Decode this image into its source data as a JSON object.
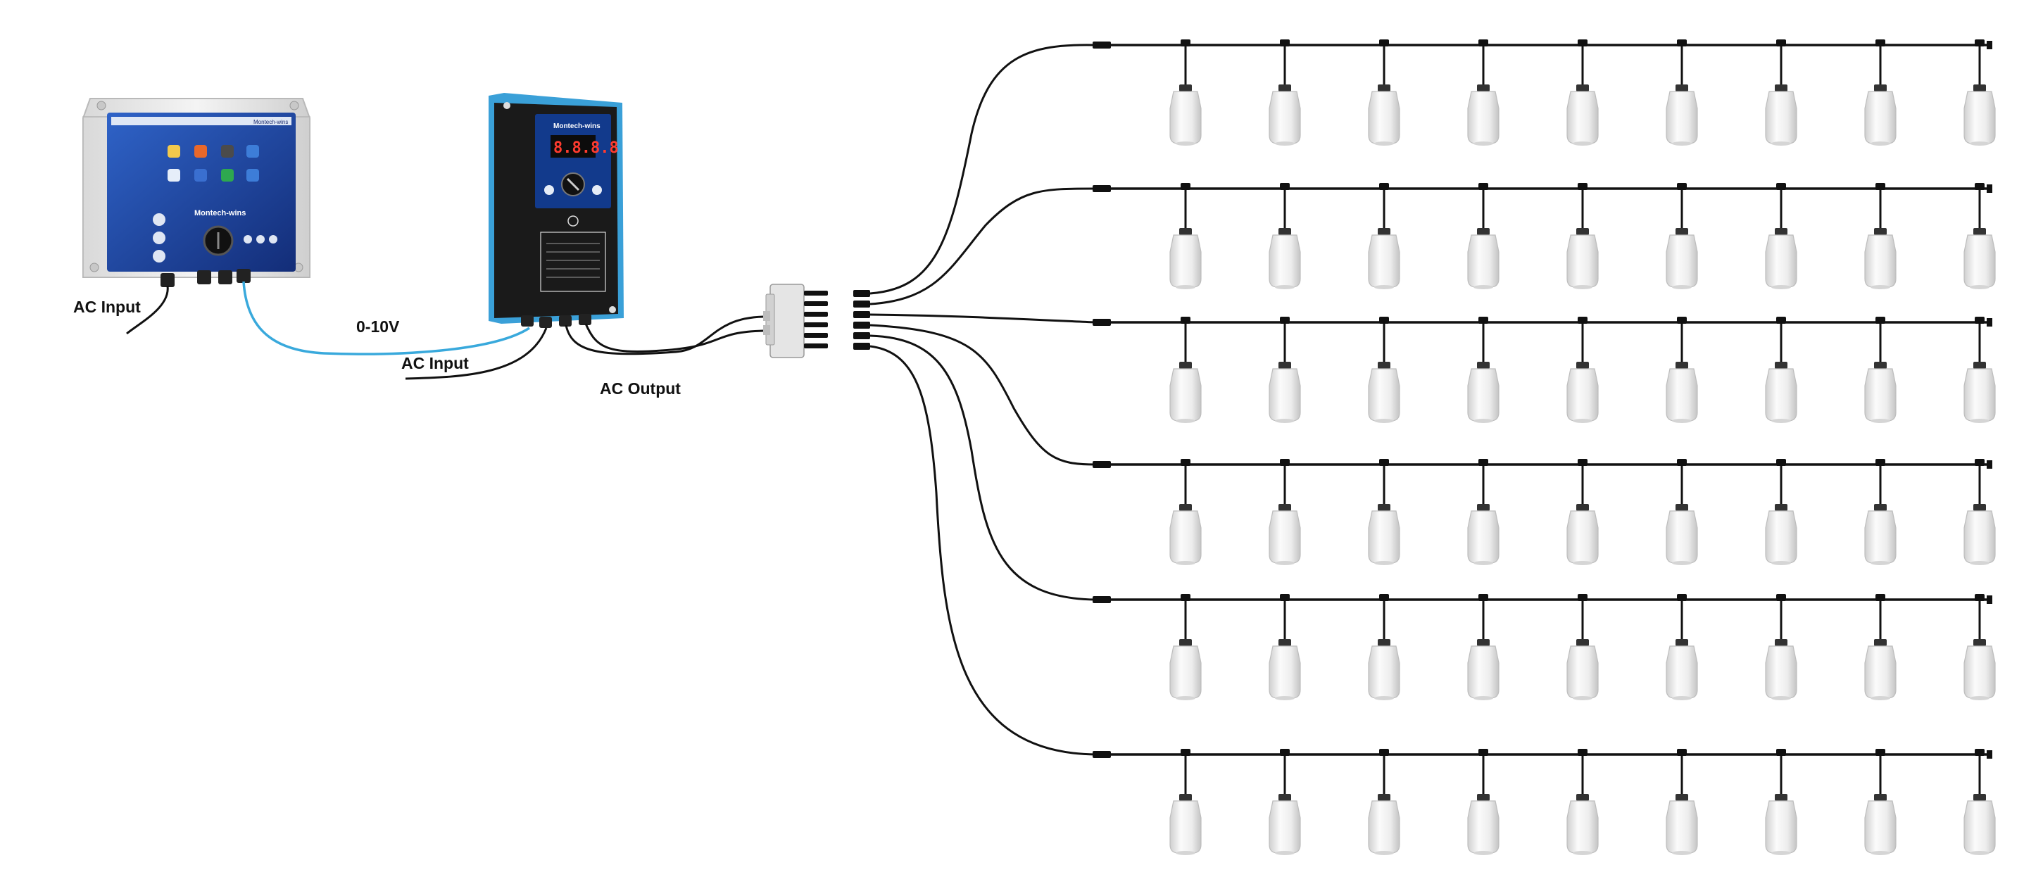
{
  "labels": {
    "ac_input_controller": "AC Input",
    "signal": "0-10V",
    "ac_input_dimmer": "AC Input",
    "ac_output": "AC Output"
  },
  "controller": {
    "brand": "Montech-wins",
    "header_brand": "Montech-wins"
  },
  "dimmer": {
    "brand": "Montech-wins",
    "display": "8.8.8.8"
  },
  "colors": {
    "signal_cable": "#39a9dc",
    "power_cable": "#111111",
    "controller_screen": "#1d3f9a",
    "dimmer_body": "#1a1a1a",
    "dimmer_frame": "#3aa0d8",
    "lamp_body": "#eeeeee"
  },
  "lighting": {
    "branch_count": 6,
    "lamps_per_branch": 9
  }
}
